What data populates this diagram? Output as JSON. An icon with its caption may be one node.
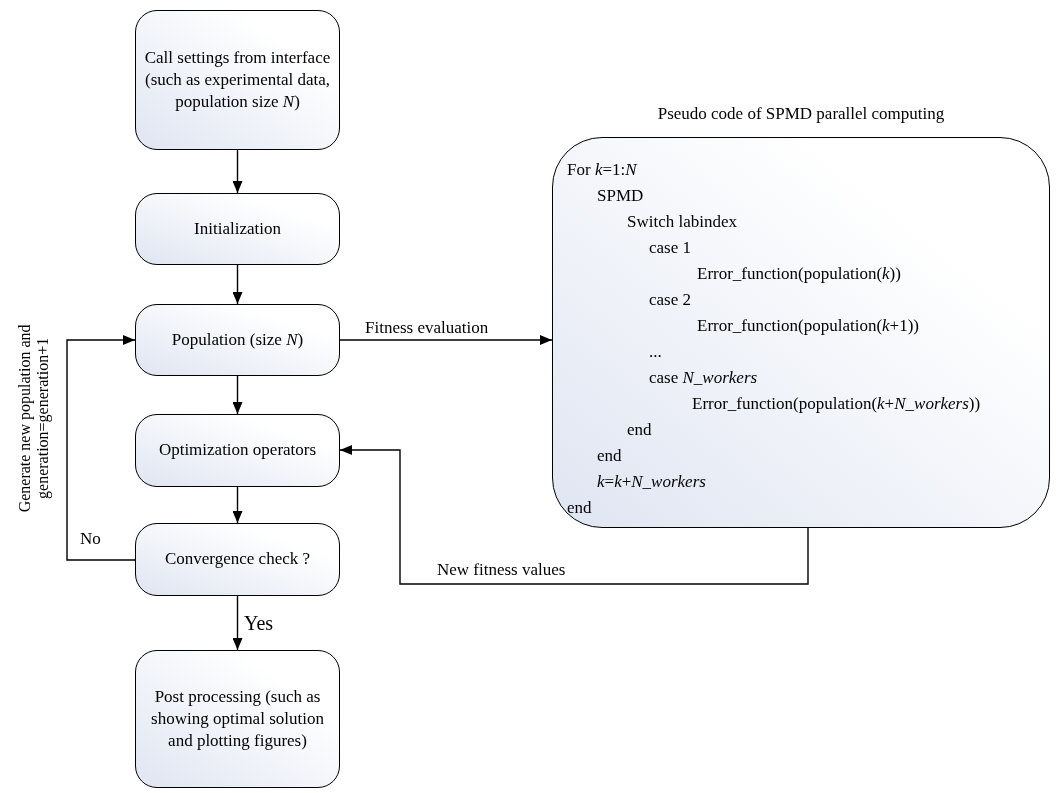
{
  "diagram": {
    "nodes": [
      {
        "text": [
          "Call settings from interface (such as experimental data, population size *N*)"
        ]
      },
      {
        "text": [
          "Initialization"
        ]
      },
      {
        "text": [
          "Population (size *N*)"
        ]
      },
      {
        "text": [
          "Optimization operators"
        ]
      },
      {
        "text": [
          "Convergence check ?"
        ]
      },
      {
        "text": [
          "Post processing (such as showing optimal solution and plotting figures)"
        ]
      },
      {
        "text": [
          "Pseudo code of SPMD parallel computing",
          "For *k*=1:*N*",
          "SPMD",
          "Switch labindex",
          "case 1",
          "Error_function(population(*k*))",
          "case 2",
          "Error_function(population(*k*+1))",
          "...",
          "case *N_workers*",
          "Error_function(population(*k*+*N_workers*))",
          "end",
          "end",
          "*k*=*k*+*N_workers*",
          "end"
        ]
      }
    ],
    "edges": [
      {
        "from": 0,
        "to": 1,
        "arrow": "to"
      },
      {
        "from": 1,
        "to": 2,
        "arrow": "to"
      },
      {
        "from": 2,
        "to": 3,
        "arrow": "to"
      },
      {
        "from": 3,
        "to": 4,
        "arrow": "to"
      },
      {
        "from": 4,
        "to": 5,
        "arrow": "to",
        "label": "Yes"
      },
      {
        "from": 4,
        "to": 2,
        "arrow": "to",
        "label": "No"
      },
      {
        "from": 2,
        "to": 6,
        "arrow": "to",
        "label": "Fitness evaluation"
      },
      {
        "from": 6,
        "to": 3,
        "arrow": "to",
        "label": "New fitness values"
      }
    ],
    "labels": [
      "Generate new population and generation=generation+1"
    ]
  }
}
